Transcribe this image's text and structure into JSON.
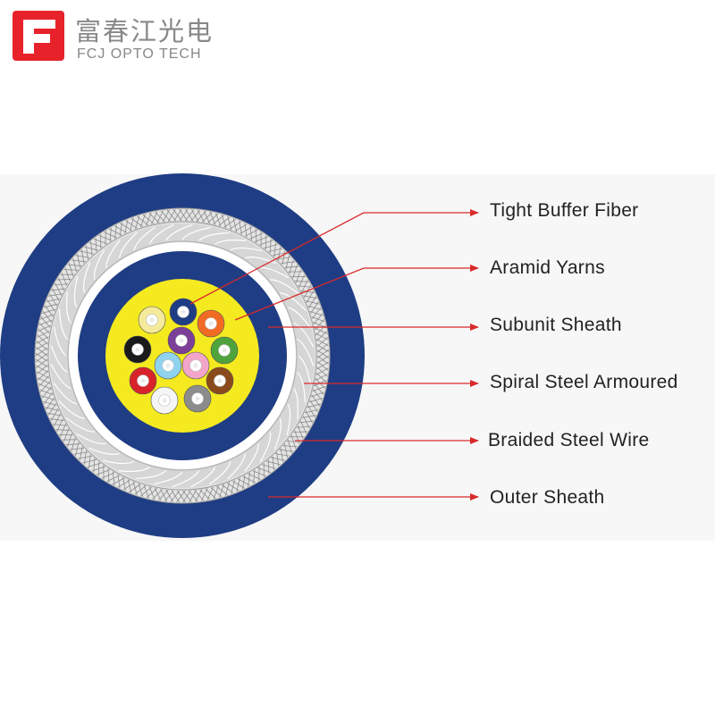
{
  "logo": {
    "mark_letter": "F",
    "chinese_name": "富春江光电",
    "english_name": "FCJ OPTO TECH",
    "brand_color": "#e8222a"
  },
  "colors": {
    "outer_sheath": "#1f3d84",
    "subunit_sheath": "#1f3d84",
    "aramid_fill": "#f4ea1f",
    "steel": "#d9d9d9",
    "callout_line": "#d82a2a"
  },
  "callouts": [
    {
      "label": "Tight Buffer Fiber"
    },
    {
      "label": "Aramid Yarns"
    },
    {
      "label": "Subunit Sheath"
    },
    {
      "label": "Spiral Steel Armoured"
    },
    {
      "label": "Braided Steel Wire"
    },
    {
      "label": "Outer Sheath"
    }
  ],
  "fibers": [
    {
      "color": "#f4ea9a",
      "name": "light-yellow"
    },
    {
      "color": "#1f3d84",
      "name": "blue"
    },
    {
      "color": "#f26b24",
      "name": "orange"
    },
    {
      "color": "#1a1a1a",
      "name": "black"
    },
    {
      "color": "#7b3f98",
      "name": "violet"
    },
    {
      "color": "#4fa33c",
      "name": "green"
    },
    {
      "color": "#d8232a",
      "name": "red"
    },
    {
      "color": "#8fd3ef",
      "name": "aqua"
    },
    {
      "color": "#f2a5c9",
      "name": "rose"
    },
    {
      "color": "#8b4a1c",
      "name": "brown"
    },
    {
      "color": "#f5f5f5",
      "name": "white"
    },
    {
      "color": "#8c8c8c",
      "name": "slate"
    }
  ]
}
